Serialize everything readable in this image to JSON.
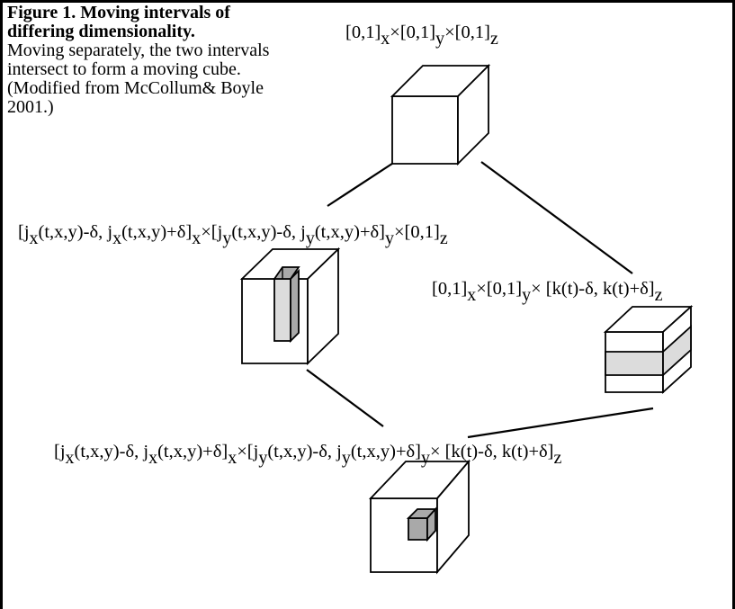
{
  "caption": {
    "title": "Figure 1.  Moving intervals of differing dimensionality.",
    "body": "Moving separately, the two intervals intersect to form a moving cube.  (Modified from McCollum& Boyle 2001.)"
  },
  "labels": {
    "top": {
      "parts": [
        {
          "text": "[0,1]",
          "sub": "x"
        },
        {
          "text": "×[0,1]",
          "sub": "y"
        },
        {
          "text": "×[0,1]",
          "sub": "z"
        }
      ]
    },
    "left": {
      "parts": [
        {
          "text": "[j",
          "sub": "x"
        },
        {
          "text": "(t,x,y)-δ, j",
          "sub": "x"
        },
        {
          "text": "(t,x,y)+δ]",
          "sub": "x"
        },
        {
          "text": "×[j",
          "sub": "y"
        },
        {
          "text": "(t,x,y)-δ, j",
          "sub": "y"
        },
        {
          "text": "(t,x,y)+δ]",
          "sub": "y"
        },
        {
          "text": "×[0,1]",
          "sub": "z"
        }
      ]
    },
    "right": {
      "parts": [
        {
          "text": "[0,1]",
          "sub": "x"
        },
        {
          "text": "×[0,1]",
          "sub": "y"
        },
        {
          "text": "× [k(t)-δ, k(t)+δ]",
          "sub": "z"
        }
      ]
    },
    "bottom": {
      "parts": [
        {
          "text": "[j",
          "sub": "x"
        },
        {
          "text": "(t,x,y)-δ, j",
          "sub": "x"
        },
        {
          "text": "(t,x,y)+δ]",
          "sub": "x"
        },
        {
          "text": "×[j",
          "sub": "y"
        },
        {
          "text": "(t,x,y)-δ, j",
          "sub": "y"
        },
        {
          "text": "(t,x,y)+δ]",
          "sub": "y"
        },
        {
          "text": "× [k(t)-δ, k(t)+δ]",
          "sub": "z"
        }
      ]
    }
  },
  "colors": {
    "line": "#000000",
    "fill": "#ffffff",
    "highlight": "#dcdcdc",
    "small_cube": "#a9a9a9"
  }
}
